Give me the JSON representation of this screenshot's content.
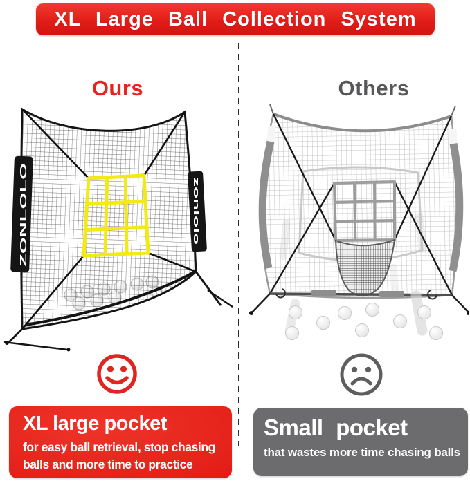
{
  "banner": {
    "title": "XL Large Ball Collection System"
  },
  "ours": {
    "label": "Ours",
    "brand_left": "ZONLOLO",
    "brand_right": "zonlolo",
    "mood": "happy",
    "callout": {
      "title": "XL large pocket",
      "line1": "for easy ball retrieval, stop chasing",
      "line2": "balls and more time to practice"
    }
  },
  "others": {
    "label": "Others",
    "mood": "sad",
    "callout": {
      "title": "Small pocket",
      "line1": "that wastes more time chasing balls"
    }
  },
  "colors": {
    "banner_red": "#e21d18",
    "ours_label_red": "#e8231f",
    "others_label_gray": "#58585a",
    "callout_red": "#e5251e",
    "callout_gray": "#6c6c6e",
    "target_yellow": "#f3e914",
    "smile_red": "#e02420",
    "frown_gray": "#5e5e5e"
  }
}
